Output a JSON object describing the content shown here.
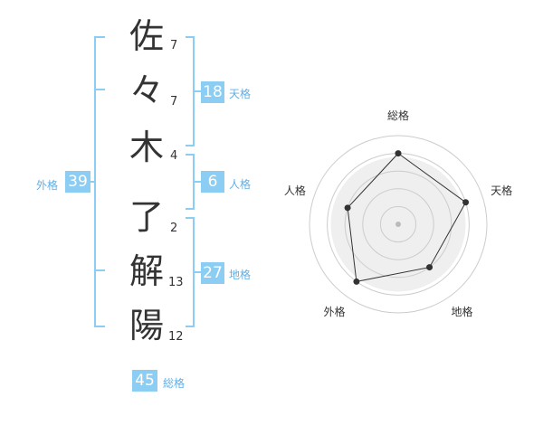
{
  "name": {
    "chars": [
      {
        "char": "佐",
        "strokes": "7"
      },
      {
        "char": "々",
        "strokes": "7"
      },
      {
        "char": "木",
        "strokes": "4"
      },
      {
        "char": "了",
        "strokes": "2"
      },
      {
        "char": "解",
        "strokes": "13"
      },
      {
        "char": "陽",
        "strokes": "12"
      }
    ]
  },
  "fortune": {
    "tenkaku": {
      "value": "18",
      "label": "天格"
    },
    "jinkaku": {
      "value": "6",
      "label": "人格"
    },
    "chikaku": {
      "value": "27",
      "label": "地格"
    },
    "gaikaku": {
      "value": "39",
      "label": "外格"
    },
    "soukaku": {
      "value": "45",
      "label": "総格"
    }
  },
  "chart_data": {
    "type": "radar",
    "axes": [
      "総格",
      "天格",
      "地格",
      "外格",
      "人格"
    ],
    "values": [
      4,
      4,
      3,
      4,
      3
    ],
    "max": 5,
    "colors": {
      "accent": "#8ccdf3",
      "grid": "#cccccc",
      "fill": "#efefef",
      "line": "#333333"
    }
  }
}
